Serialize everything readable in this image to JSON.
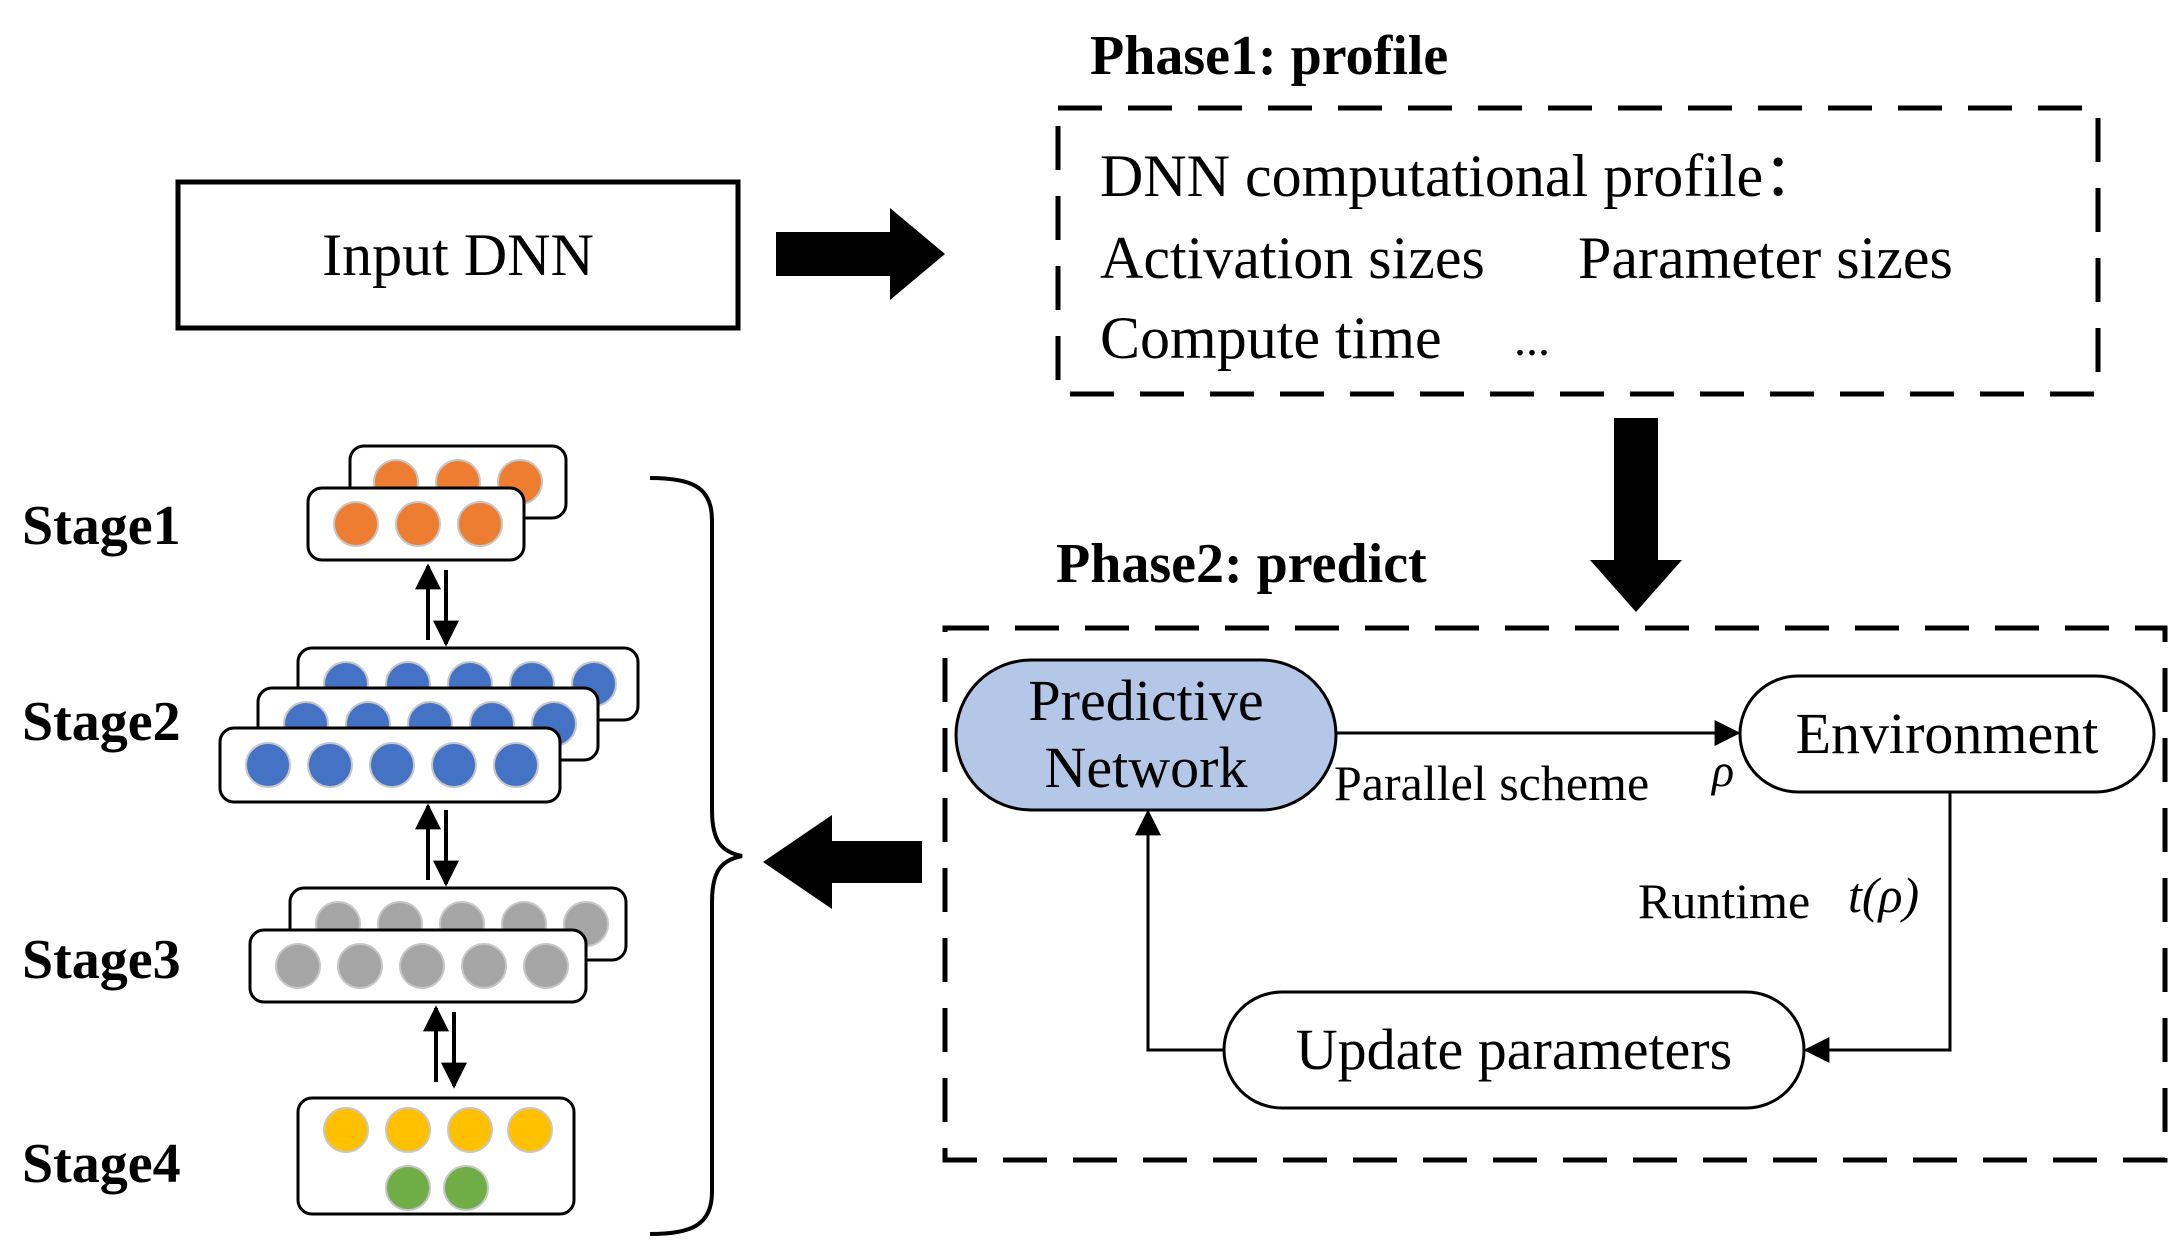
{
  "phase1": {
    "title": "Phase1: profile",
    "line1": "DNN computational profile：",
    "line2a": "Activation sizes",
    "line2b": "Parameter sizes",
    "line3a": "Compute time",
    "line3b": "..."
  },
  "input": {
    "label": "Input DNN"
  },
  "phase2": {
    "title": "Phase2: predict",
    "predictive_line1": "Predictive",
    "predictive_line2": "Network",
    "environment": "Environment",
    "update": "Update parameters",
    "parallel_label": "Parallel scheme",
    "parallel_symbol": "ρ",
    "runtime_label": "Runtime",
    "runtime_symbol": "t(ρ)"
  },
  "stages": [
    {
      "label": "Stage1"
    },
    {
      "label": "Stage2"
    },
    {
      "label": "Stage3"
    },
    {
      "label": "Stage4"
    }
  ],
  "colors": {
    "orange": "#ed7d31",
    "blue": "#4472c4",
    "gray": "#a5a5a5",
    "yellow": "#ffc000",
    "green": "#70ad47",
    "predictive_fill": "#b4c7e7"
  }
}
